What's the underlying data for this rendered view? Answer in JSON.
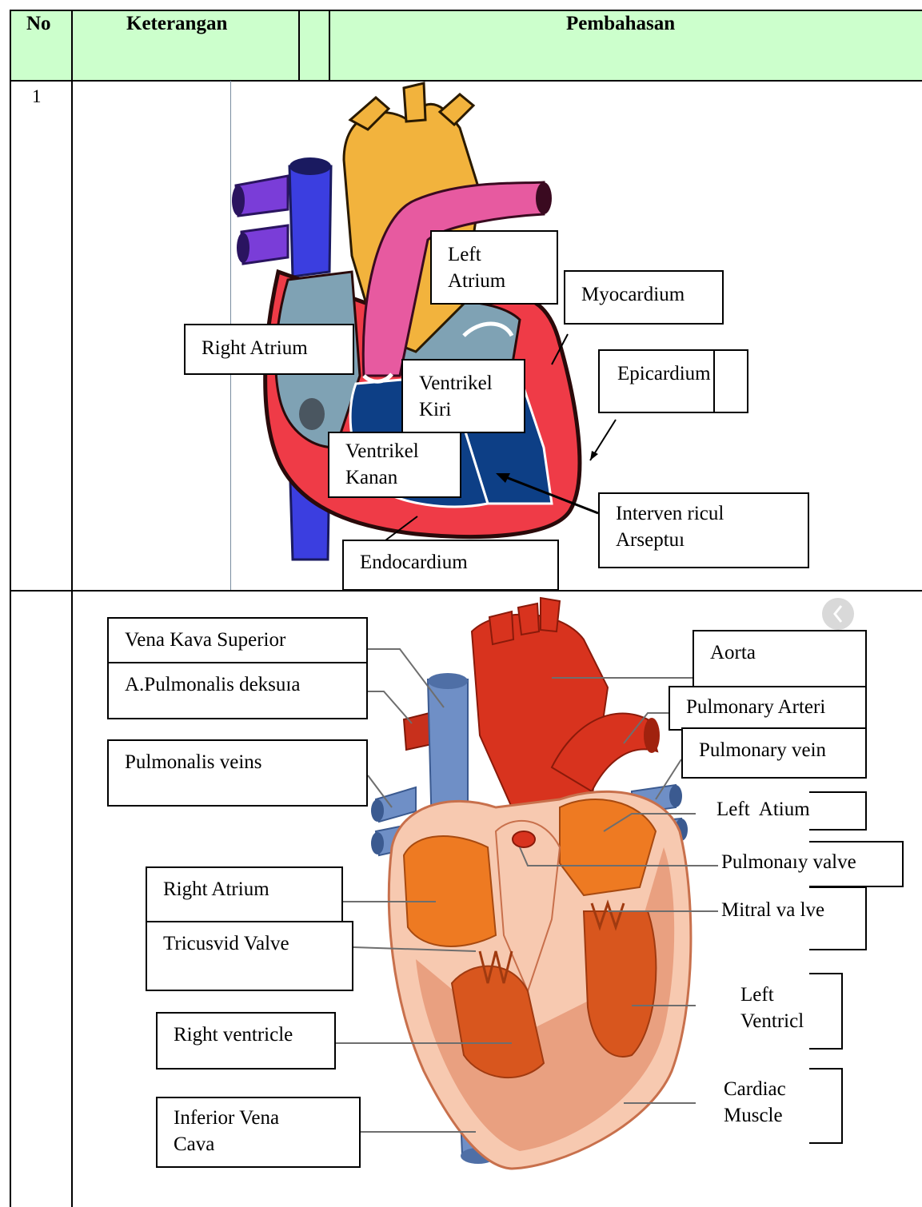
{
  "table": {
    "headers": {
      "no": "No",
      "keterangan": "Keterangan",
      "pembahasan": "Pembahasan"
    },
    "colors": {
      "header_bg": "#ccffcc",
      "border": "#000000"
    },
    "rows": [
      {
        "no": "1"
      }
    ]
  },
  "diagram1": {
    "labels": {
      "left_atrium": "Left\nAtrium",
      "myocardium": "Myocardium",
      "right_atrium": "Right Atrium",
      "epicardium": "Epicardium",
      "ventrikel_kiri": "Ventrikel\nKiri",
      "ventrikel_kanan": "Ventrikel\nKanan",
      "interventricular": "Interven ricul\nArseptuı",
      "endocardium": "Endocardium"
    },
    "colors": {
      "aorta": "#f2b33d",
      "pulmonary_artery": "#e75aa0",
      "vena_cava": "#3b3ee0",
      "pulmonary_vein": "#7a3dd8",
      "muscle": "#ef3b47",
      "atrium_fill": "#7fa2b4",
      "ventricle_fill": "#0d3f86"
    }
  },
  "diagram2": {
    "labels": {
      "vena_kava_superior": "Vena Kava Superior",
      "a_pulmonalis_deksura": "A.Pulmonalis deksuɪa",
      "pulmonalis_veins": "Pulmonalis veins",
      "right_atrium": "Right Atrium",
      "tricusvid_valve": "Tricusvid Valve",
      "right_ventricle": "Right ventricle",
      "inferior_vena_cava": "Inferior Vena\nCava",
      "aorta": "Aorta",
      "pulmonary_arteri": "Pulmonary Arteri",
      "pulmonary_vein": "Pulmonary vein",
      "left_atium": "Left  Atium",
      "pulmonary_valve": "Pulmonaıy valve",
      "mitral_valve": "Mitral va lve",
      "left_ventricle": "Left\nVentricl",
      "cardiac_muscle": "Cardiac\nMuscle"
    },
    "colors": {
      "aorta": "#d8331e",
      "vena_cava": "#6f8fc6",
      "heart_outer": "#f7c9b0",
      "chamber": "#ee7a22",
      "muscle": "#c9532c"
    }
  }
}
